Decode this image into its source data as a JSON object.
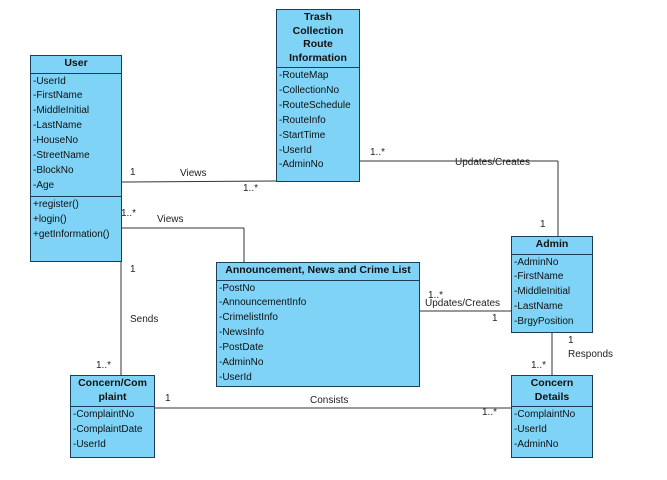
{
  "classes": {
    "user": {
      "title": "User",
      "attributes": [
        "-UserId",
        "-FirstName",
        "-MiddleInitial",
        "-LastName",
        "-HouseNo",
        "-StreetName",
        "-BlockNo",
        "-Age"
      ],
      "operations": [
        "+register()",
        "+login()",
        "+getInformation()"
      ]
    },
    "trash": {
      "title_lines": [
        "Trash",
        "Collection",
        "Route",
        "Information"
      ],
      "attributes": [
        "-RouteMap",
        "-CollectionNo",
        "-RouteSchedule",
        "-RouteInfo",
        "-StartTime",
        "-UserId",
        "-AdminNo"
      ]
    },
    "announcement": {
      "title": "Announcement, News and Crime List",
      "attributes": [
        "-PostNo",
        "-AnnouncementInfo",
        "-CrimelistInfo",
        "-NewsInfo",
        "-PostDate",
        "-AdminNo",
        "-UserId"
      ]
    },
    "admin": {
      "title": "Admin",
      "attributes": [
        "-AdminNo",
        "-FirstName",
        "-MiddleInitial",
        "-LastName",
        "-BrgyPosition"
      ]
    },
    "concern": {
      "title_lines": [
        "Concern/Com",
        "plaint"
      ],
      "attributes": [
        "-ComplaintNo",
        "-ComplaintDate",
        "-UserId"
      ]
    },
    "details": {
      "title_lines": [
        "Concern",
        "Details"
      ],
      "attributes": [
        "-ComplaintNo",
        "-UserId",
        "-AdminNo"
      ]
    }
  },
  "associations": {
    "user_trash": {
      "name": "Views",
      "mult_user": "1",
      "mult_trash": "1..*"
    },
    "user_announcement": {
      "name": "Views",
      "mult_user": "1..*"
    },
    "trash_admin": {
      "name": "Updates/Creates",
      "mult_trash": "1..*",
      "mult_admin": "1"
    },
    "announcement_admin": {
      "name": "Updates/Creates",
      "mult_announcement": "1..*",
      "mult_admin": "1"
    },
    "user_concern": {
      "name": "Sends",
      "mult_user": "1",
      "mult_concern": "1..*"
    },
    "admin_details": {
      "name": "Responds",
      "mult_admin": "1",
      "mult_details": "1..*"
    },
    "concern_details": {
      "name": "Consists",
      "mult_concern": "1",
      "mult_details": "1..*"
    }
  }
}
